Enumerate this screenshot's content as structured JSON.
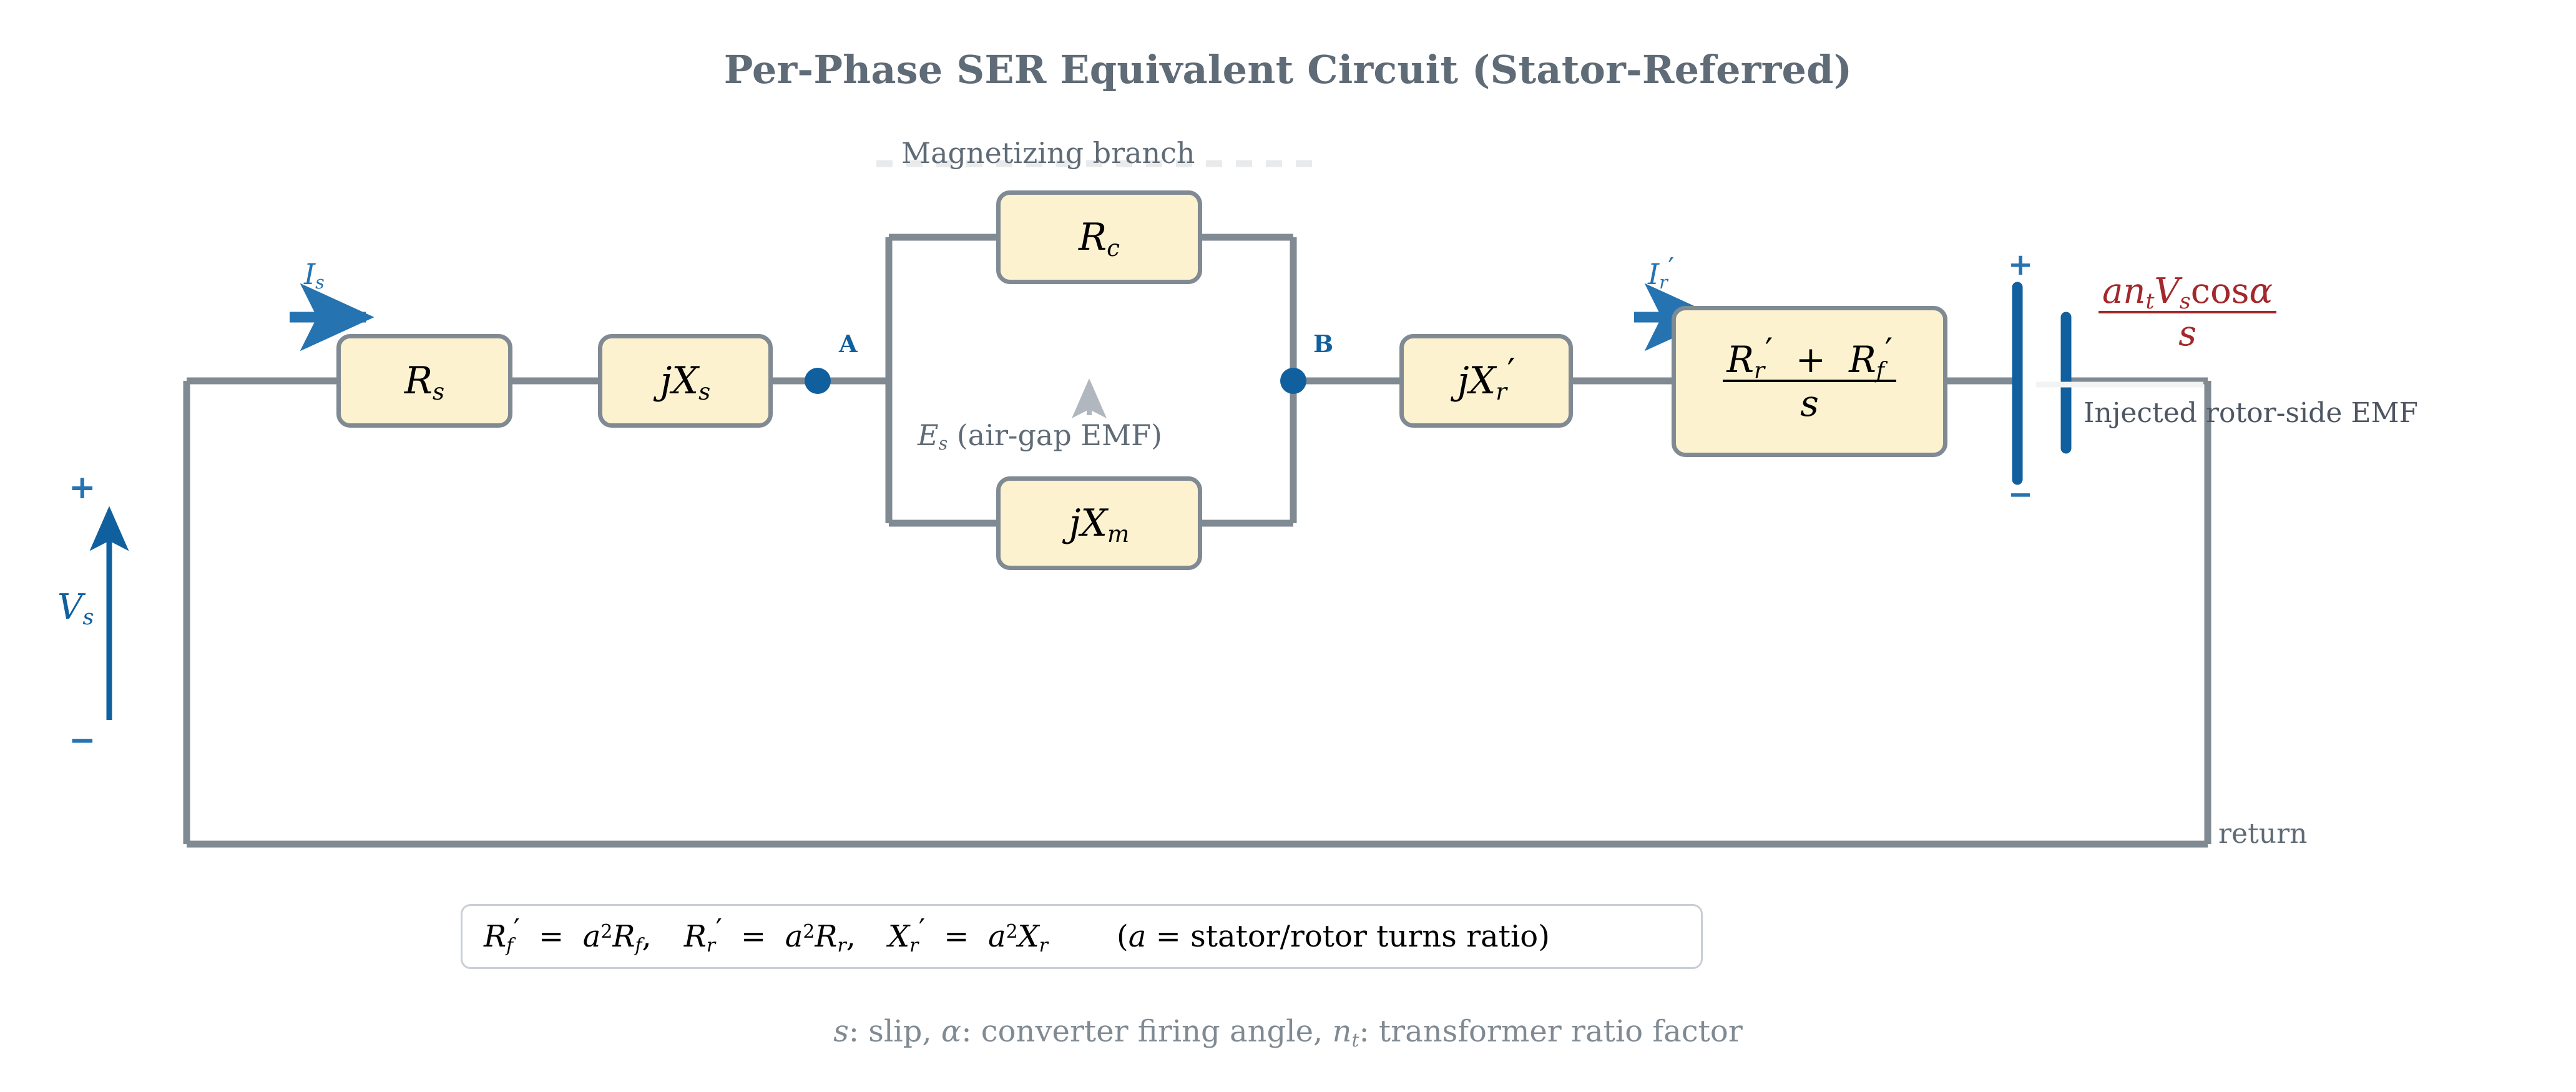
{
  "title": "Per-Phase SER Equivalent Circuit (Stator-Referred)",
  "colors": {
    "wire": "#808a93",
    "box_fill": "#fdf2cf",
    "box_border": "#808a93",
    "node_blue": "#10609f",
    "annotation_blue": "#2573b0",
    "gray_text": "#5f6b76",
    "red": "#a3282b",
    "background": "#ffffff"
  },
  "components": [
    {
      "id": "Rs",
      "symbol": "R",
      "sub": "s",
      "prime": false,
      "name": "stator-resistance"
    },
    {
      "id": "jXs",
      "symbol": "jX",
      "sub": "s",
      "prime": false,
      "name": "stator-leakage-reactance"
    },
    {
      "id": "Rc",
      "symbol": "R",
      "sub": "c",
      "prime": false,
      "name": "core-loss-resistance"
    },
    {
      "id": "jXm",
      "symbol": "jX",
      "sub": "m",
      "prime": false,
      "name": "magnetizing-reactance"
    },
    {
      "id": "jXr",
      "symbol": "jX",
      "sub": "r",
      "prime": true,
      "name": "rotor-leakage-reactance-referred"
    },
    {
      "id": "Rrf",
      "symbol": "(R_r' + R_f')/s",
      "sub": "",
      "prime": true,
      "name": "rotor-plus-converter-resistance-over-slip"
    }
  ],
  "labels": {
    "magnetizing_branch": "Magnetizing branch",
    "airgap_emf": "E",
    "airgap_emf_sub": "s",
    "airgap_emf_text": " (air-gap EMF)",
    "node_a": "A",
    "node_b": "B",
    "return": "return",
    "injected_emf_caption": "Injected rotor-side EMF",
    "plus": "+",
    "minus": "−"
  },
  "currents": {
    "stator": {
      "symbol": "I",
      "sub": "s",
      "prime": false
    },
    "rotor": {
      "symbol": "I",
      "sub": "r",
      "prime": true
    }
  },
  "source": {
    "symbol": "V",
    "sub": "s",
    "polarity_top": "+",
    "polarity_bottom": "−"
  },
  "injected_emf": {
    "numerator_a": "a",
    "numerator_n": "n",
    "numerator_n_sub": "t",
    "numerator_v": "V",
    "numerator_v_sub": "s",
    "numerator_cos": "cos",
    "numerator_alpha": "α",
    "denominator": "s"
  },
  "note": {
    "eq1": "R'_f = a² R_f,",
    "eq2": "R'_r = a² R_r,",
    "eq3": "X'_r = a² X_r",
    "paren": "(a = stator/rotor turns ratio)"
  },
  "caption": {
    "s": "s",
    "s_text": ": slip, ",
    "alpha": "α",
    "alpha_text": ": converter firing angle, ",
    "nt": "n",
    "nt_sub": "t",
    "nt_text": ": transformer ratio factor"
  }
}
